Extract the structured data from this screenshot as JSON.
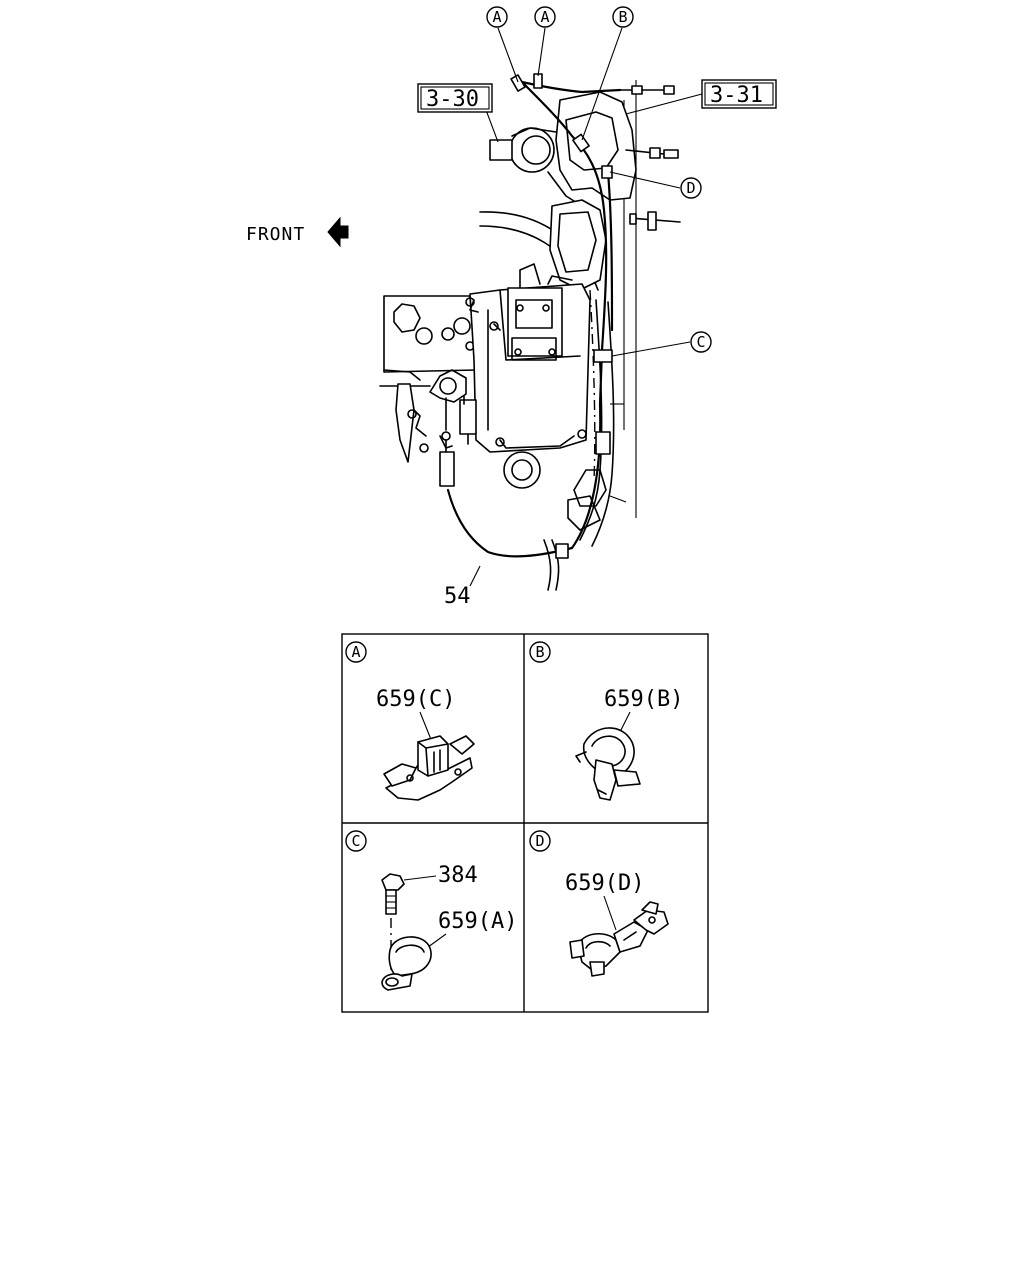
{
  "header": {
    "front_label": "FRONT"
  },
  "refs": {
    "ref_left": "3-30",
    "ref_right": "3-31"
  },
  "callouts": {
    "a1": "A",
    "a2": "A",
    "b": "B",
    "c": "C",
    "d": "D"
  },
  "main": {
    "cable_part": "54"
  },
  "panels": {
    "a": {
      "letter": "A",
      "part": "659(C)"
    },
    "b": {
      "letter": "B",
      "part": "659(B)"
    },
    "c": {
      "letter": "C",
      "bolt": "384",
      "part": "659(A)"
    },
    "d": {
      "letter": "D",
      "part": "659(D)"
    }
  }
}
